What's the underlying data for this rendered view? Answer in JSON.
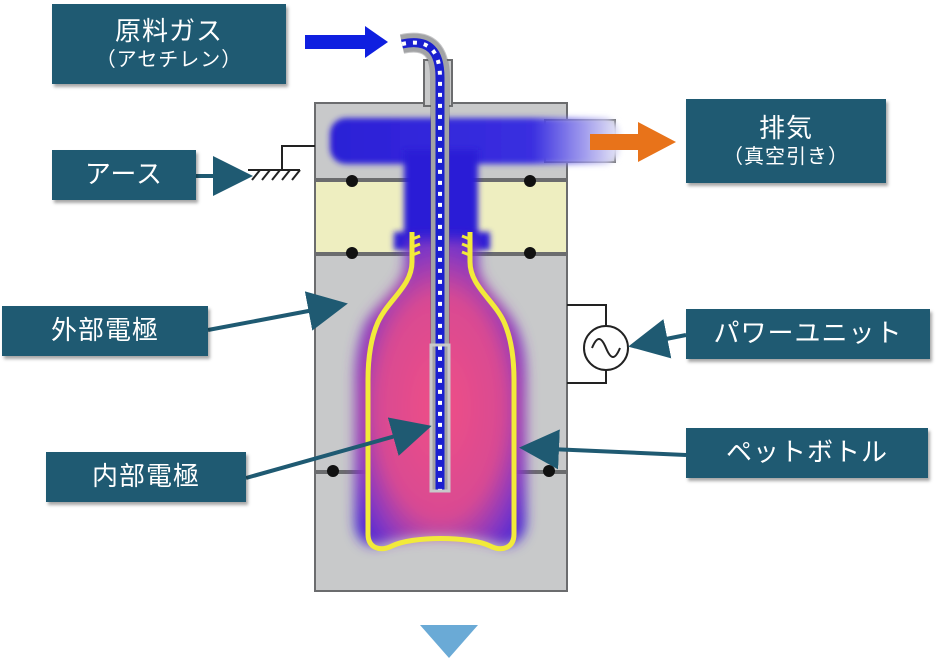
{
  "labels": {
    "source_gas": {
      "main": "原料ガス",
      "sub": "（アセチレン）"
    },
    "exhaust": {
      "main": "排気",
      "sub": "（真空引き）"
    },
    "ground": "アース",
    "outer_electrode": "外部電極",
    "power_unit": "パワーユニット",
    "inner_electrode": "内部電極",
    "pet_bottle": "ペットボトル"
  },
  "colors": {
    "label_bg": "#1f5a72",
    "chamber_gray": "#c8c9ca",
    "insulator": "#eeeec0",
    "plasma_blue": "#2b1fd6",
    "plasma_pink": "#e04a86",
    "bottle_yellow": "#f2ea3a",
    "gas_arrow": "#0f1fe0",
    "exhaust_arrow": "#e8731a",
    "down_arrow": "#6aaad6"
  },
  "icons": [
    "right-arrow-icon",
    "ground-symbol-icon",
    "ac-source-icon",
    "down-triangle-icon"
  ]
}
